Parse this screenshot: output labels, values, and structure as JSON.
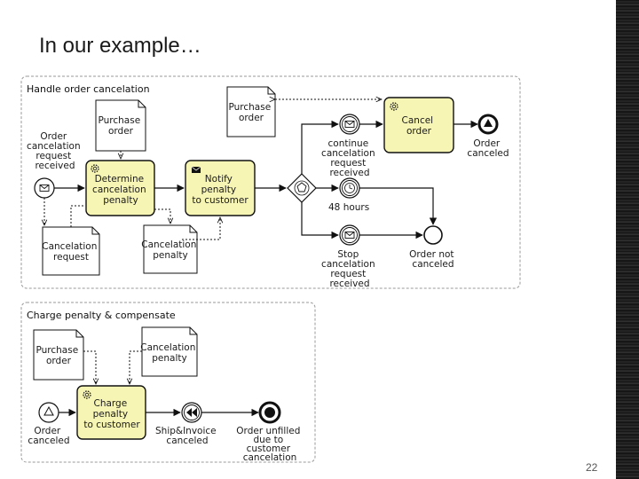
{
  "slide": {
    "title": "In our example…",
    "page_number": "22"
  },
  "pool1": {
    "title": "Handle order cancelation",
    "start_event": [
      "Order",
      "cancelation",
      "request",
      "received"
    ],
    "doc_purchase_order_top": [
      "Purchase",
      "order"
    ],
    "doc_purchase_order_mid": [
      "Purchase",
      "order"
    ],
    "task_determine": [
      "Determine",
      "cancelation",
      "penalty"
    ],
    "task_notify": [
      "Notify",
      "penalty",
      "to customer"
    ],
    "doc_cancelation_request": [
      "Cancelation",
      "request"
    ],
    "doc_cancelation_penalty": [
      "Cancelation",
      "penalty"
    ],
    "event_continue": [
      "continue",
      "cancelation",
      "request",
      "received"
    ],
    "event_timer": [
      "48 hours"
    ],
    "event_stop": [
      "Stop",
      "cancelation",
      "request",
      "received"
    ],
    "task_cancel": [
      "Cancel",
      "order"
    ],
    "end_canceled": [
      "Order",
      "canceled"
    ],
    "end_not_canceled": [
      "Order not",
      "canceled"
    ]
  },
  "pool2": {
    "title": "Charge penalty & compensate",
    "doc_purchase_order": [
      "Purchase",
      "order"
    ],
    "doc_cancelation_penalty": [
      "Cancelation",
      "penalty"
    ],
    "start_event": [
      "Order",
      "canceled"
    ],
    "task_charge": [
      "Charge",
      "penalty",
      "to customer"
    ],
    "event_ship": [
      "Ship&Invoice",
      "canceled"
    ],
    "end_unfilled": [
      "Order unfilled",
      "due to",
      "customer",
      "cancelation"
    ]
  },
  "colors": {
    "task_fill": "#f7f5b4",
    "pool_border": "#999999",
    "stroke": "#111111"
  }
}
